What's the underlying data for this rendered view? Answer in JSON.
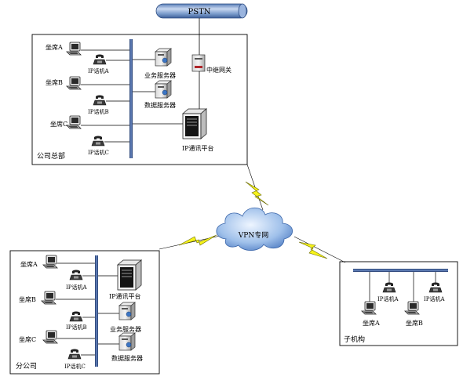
{
  "pstn": {
    "label": "PSTN"
  },
  "cloud": {
    "label": "VPN专网"
  },
  "hq": {
    "title": "公司总部",
    "seat_a": "坐席A",
    "seat_b": "坐席B",
    "seat_c": "坐席C",
    "phone_a": "IP话机A",
    "phone_b": "IP话机B",
    "phone_c": "IP话机C",
    "business_server": "业务服务器",
    "data_server": "数据服务器",
    "gateway": "中继网关",
    "platform": "IP通讯平台"
  },
  "branch": {
    "title": "分公司",
    "seat_a": "坐席A",
    "seat_b": "坐席B",
    "seat_c": "坐席C",
    "phone_a": "IP话机A",
    "phone_b": "IP话机B",
    "phone_c": "IP话机C",
    "platform": "IP通讯平台",
    "business_server": "业务服务器",
    "data_server": "数据服务器"
  },
  "sub": {
    "title": "子机构",
    "phone_a": "IP话机A",
    "phone_b": "IP话机A",
    "seat_a": "坐席A",
    "seat_b": "坐席B"
  }
}
